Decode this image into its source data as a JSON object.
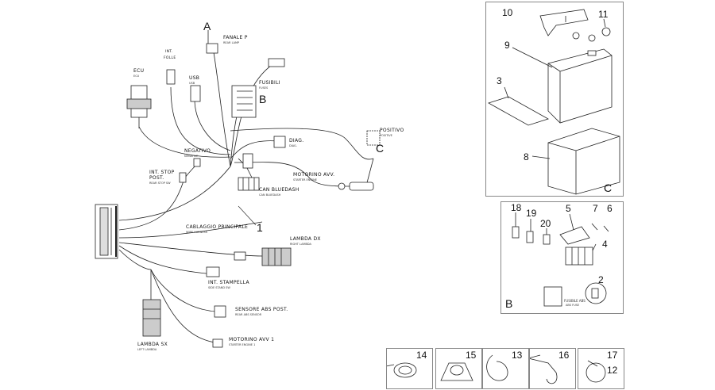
{
  "harness": {
    "letter_a": "A",
    "letter_b": "B",
    "letter_c": "C",
    "ref_1": "1",
    "labels": {
      "fanale_p": "FANALE P",
      "fanale_p_sub": "REAR LAMP",
      "ecu": "ECU",
      "ecu_sub": "ECU",
      "int_folle": "INT.",
      "int_folle2": "FOLLE",
      "usb": "USB",
      "usb_sub": "USB",
      "fusibili": "FUSIBILI",
      "fusibili_sub": "FUSES",
      "positivo": "POSITIVO",
      "positivo_sub": "POSITIVE",
      "diag": "DIAG.",
      "diag_sub": "DIAG.",
      "negativo": "NEGATIVO",
      "negativo_sub": "NEGATIVE",
      "int_stop": "INT. STOP",
      "int_stop2": "POST.",
      "int_stop_sub": "REAR STOP SW",
      "can_bluedash": "CAN BLUEDASH",
      "can_bluedash_sub": "CAN BLUEDASH",
      "motorino_avv": "MOTORINO AVV.",
      "motorino_avv_sub": "STARTER ENGINE",
      "cablaggio": "CABLAGGIO PRINCIPALE",
      "cablaggio_sub": "WIRE HARNESS",
      "lambda_dx": "LAMBDA DX",
      "lambda_dx_sub": "RIGHT LAMBDA",
      "int_stampella": "INT. STAMPELLA",
      "int_stampella_sub": "SIDE STAND SW",
      "sensore_abs": "SENSORE ABS POST.",
      "sensore_abs_sub": "REAR ABS SENSOR",
      "lambda_sx": "LAMBDA SX",
      "lambda_sx_sub": "LEFT LAMBDA",
      "motorino_avv_1": "MOTORINO AVV 1",
      "motorino_avv_1_sub": "STARTER ENGINE 1"
    }
  },
  "panel_c": {
    "letter": "C",
    "refs": {
      "r10": "10",
      "r11": "11",
      "r9": "9",
      "r3": "3",
      "r8": "8"
    }
  },
  "panel_b": {
    "letter": "B",
    "refs": {
      "r18": "18",
      "r19": "19",
      "r20": "20",
      "r5": "5",
      "r7": "7",
      "r6": "6",
      "r4": "4",
      "r2": "2"
    },
    "fuse_label": "FUSIBILE ABS",
    "fuse_label_sub": "ABS FUSE"
  },
  "clips": {
    "c14": "14",
    "c15": "15",
    "c13": "13",
    "c16": "16",
    "c17": "17",
    "c12": "12"
  }
}
